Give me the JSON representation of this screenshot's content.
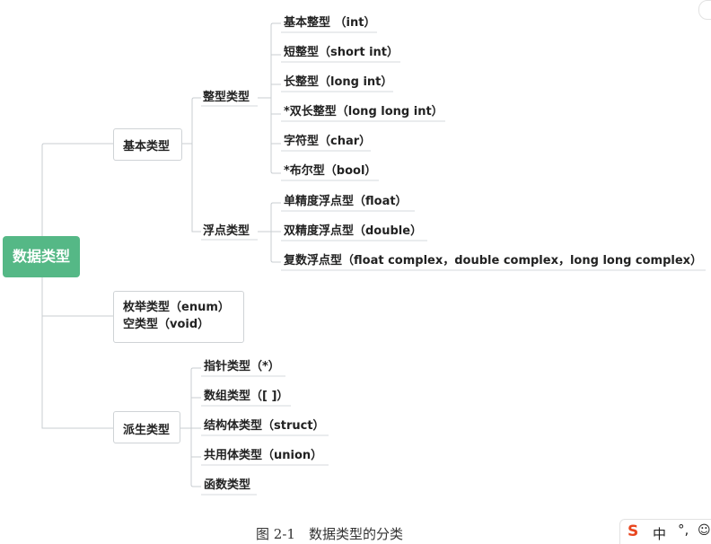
{
  "root": "数据类型",
  "level1": {
    "basic": "基本类型",
    "enum": "枚举类型（enum）",
    "void": "空类型（void）",
    "derived": "派生类型"
  },
  "level2": {
    "integer": "整型类型",
    "float": "浮点类型"
  },
  "integer_leaves": [
    "基本整型 （int）",
    "短整型（short int）",
    "长整型（long int）",
    "*双长整型（long long int）",
    "字符型（char）",
    "*布尔型（bool）"
  ],
  "float_leaves": [
    "单精度浮点型（float）",
    "双精度浮点型（double）",
    "复数浮点型（float complex，double complex，long long complex）"
  ],
  "derived_leaves": [
    "指针类型（*）",
    "数组类型（[ ]）",
    "结构体类型（struct）",
    "共用体类型（union）",
    "函数类型"
  ],
  "caption": "图 2-1　数据类型的分类",
  "ime": {
    "logo": "S",
    "mode": "中",
    "punct": "°,",
    "extra": "☺"
  },
  "colors": {
    "root_bg": "#55b886",
    "line": "#c8cdd1",
    "ime_logo": "#e8461f"
  }
}
